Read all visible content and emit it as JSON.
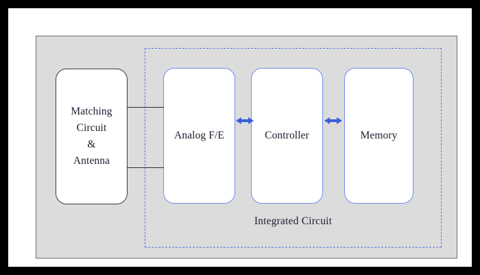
{
  "figure": {
    "type": "block-diagram",
    "frame_color": "#000000",
    "panel_color": "#dcdcdc",
    "panel_border_color": "#6e6e6e",
    "text_color": "#1c1c2e"
  },
  "ic_boundary": {
    "label": "Integrated Circuit",
    "style": "dashed",
    "color": "#5b77e0"
  },
  "blocks": [
    {
      "id": "antenna",
      "label": "Matching\nCircuit\n&\nAntenna",
      "border_color": "#3a3a3a",
      "fill": "#ffffff",
      "inside_ic": false
    },
    {
      "id": "analog-fe",
      "label": "Analog F/E",
      "border_color": "#6e8bf0",
      "fill": "#ffffff",
      "inside_ic": true
    },
    {
      "id": "controller",
      "label": "Controller",
      "border_color": "#6e8bf0",
      "fill": "#ffffff",
      "inside_ic": true
    },
    {
      "id": "memory",
      "label": "Memory",
      "border_color": "#6e8bf0",
      "fill": "#ffffff",
      "inside_ic": true
    }
  ],
  "connectors": [
    {
      "id": "antenna-analog-top",
      "from": "antenna",
      "to": "analog-fe",
      "style": "solid-line",
      "color": "#2b2b2b",
      "arrow": "none"
    },
    {
      "id": "antenna-analog-bottom",
      "from": "antenna",
      "to": "analog-fe",
      "style": "solid-line",
      "color": "#2b2b2b",
      "arrow": "none"
    },
    {
      "id": "analog-controller",
      "from": "analog-fe",
      "to": "controller",
      "style": "double-headed-arrow",
      "color": "#3b5fd9",
      "arrow": "both"
    },
    {
      "id": "controller-memory",
      "from": "controller",
      "to": "memory",
      "style": "double-headed-arrow",
      "color": "#3b5fd9",
      "arrow": "both"
    }
  ]
}
